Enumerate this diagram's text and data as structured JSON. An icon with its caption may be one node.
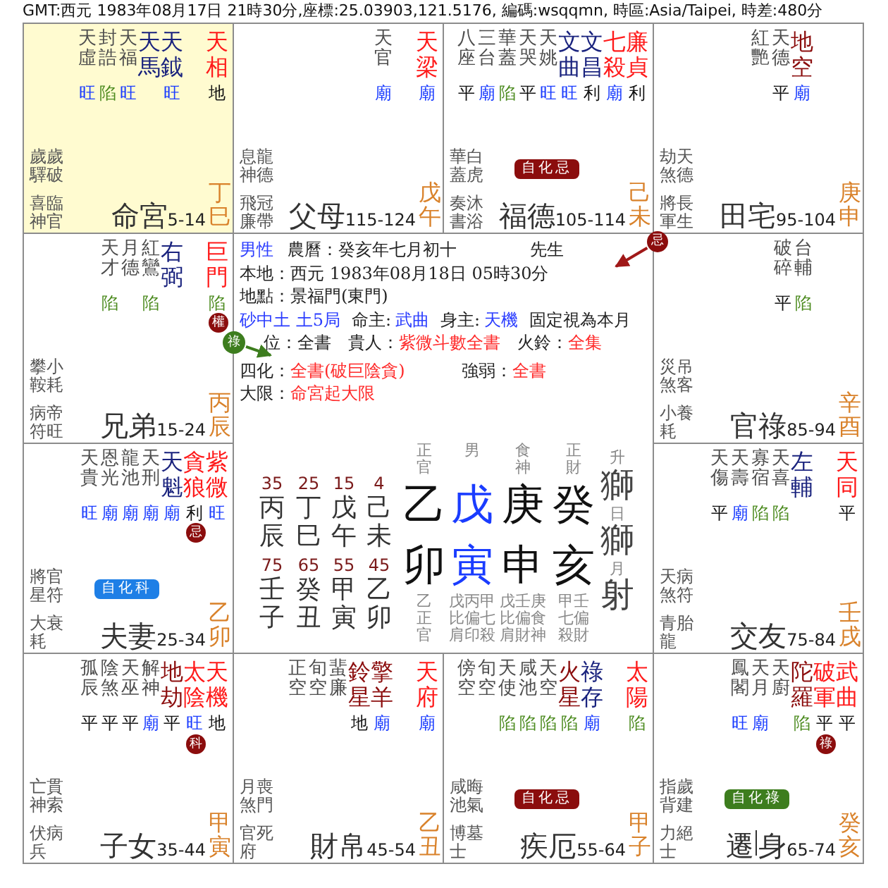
{
  "diagram": {
    "nodes": [
      {
        "text": [
          "天虛",
          "封誥",
          "天福",
          "天馬",
          "天鉞",
          "天相",
          "旺",
          "陷",
          "旺",
          "旺",
          "地",
          "歲驛",
          "歲破",
          "喜神",
          "臨官",
          "命宮",
          "5-14",
          "丁巳"
        ]
      },
      {
        "text": [
          "天官",
          "天梁",
          "廟",
          "廟",
          "息神",
          "龍德",
          "飛廉",
          "冠帶",
          "父母",
          "115-124",
          "戊午"
        ]
      },
      {
        "text": [
          "八座",
          "三台",
          "華蓋",
          "天哭",
          "天姚",
          "文曲",
          "文昌",
          "七殺",
          "廉貞",
          "平",
          "廟",
          "陷",
          "平",
          "旺",
          "旺",
          "利",
          "廟",
          "利",
          "華蓋",
          "白虎",
          "奏書",
          "沐浴",
          "福德",
          "105-114",
          "己未"
        ]
      },
      {
        "text": [
          "自化忌"
        ],
        "in": 2
      },
      {
        "text": [
          "紅艷",
          "天德",
          "地空",
          "平",
          "廟",
          "劫煞",
          "天德",
          "將軍",
          "長生",
          "田宅",
          "95-104",
          "庚申"
        ]
      },
      {
        "text": [
          "忌"
        ]
      },
      {
        "text": [
          "天才",
          "月德",
          "紅鸞",
          "右弼",
          "巨門",
          "陷",
          "陷",
          "陷",
          "攀鞍",
          "小耗",
          "病符",
          "帝旺",
          "兄弟",
          "15-24",
          "丙辰"
        ]
      },
      {
        "text": [
          "權"
        ],
        "in": 6
      },
      {
        "text": [
          "男性",
          "農曆：癸亥年七月初十",
          "先生",
          "本地：西元 1983年08月18日 05時30分",
          "地點：景福門(東門)",
          "砂中土 土5局",
          "命主:",
          "武曲",
          "身主:",
          "天機",
          "固定視為本月",
          "位：全書",
          "貴人：",
          "紫微斗數全書",
          "火鈴：",
          "全集",
          "四化：",
          "全書(破巨陰貪)",
          "強弱：",
          "全書",
          "大限：",
          "命宮起大限",
          "35",
          "25",
          "15",
          "4",
          "丙辰",
          "丁巳",
          "戊午",
          "己未",
          "75",
          "65",
          "55",
          "45",
          "壬子",
          "癸丑",
          "甲寅",
          "乙卯",
          "正官",
          "男",
          "食神",
          "正財",
          "乙",
          "戊",
          "庚",
          "癸",
          "卯",
          "寅",
          "申",
          "亥",
          "乙正官",
          "戊比肩",
          "丙偏印",
          "甲七殺",
          "戊比肩",
          "壬偏財",
          "庚食神",
          "甲七殺",
          "壬偏財",
          "升",
          "獅",
          "日",
          "獅",
          "月",
          "射"
        ]
      },
      {
        "text": [
          "祿"
        ]
      },
      {
        "text": [
          "破碎",
          "台輔",
          "平",
          "陷",
          "災煞",
          "吊客",
          "小耗",
          "養",
          "官祿",
          "85-94",
          "辛酉"
        ]
      },
      {
        "text": [
          "天貴",
          "恩光",
          "龍池",
          "天刑",
          "天魁",
          "貪狼",
          "紫微",
          "旺",
          "廟",
          "廟",
          "廟",
          "廟",
          "利",
          "旺",
          "將星",
          "官符",
          "大耗",
          "衰",
          "夫妻",
          "25-34",
          "乙卯"
        ]
      },
      {
        "text": [
          "忌"
        ],
        "in": 11
      },
      {
        "text": [
          "自化科"
        ],
        "in": 11
      },
      {
        "text": [
          "天傷",
          "天壽",
          "寡宿",
          "天喜",
          "左輔",
          "天同",
          "平",
          "廟",
          "陷",
          "陷",
          "平",
          "天煞",
          "病符",
          "青龍",
          "胎",
          "交友",
          "75-84",
          "壬戌"
        ]
      },
      {
        "text": [
          "孤辰",
          "陰煞",
          "天巫",
          "解神",
          "地劫",
          "太陰",
          "天機",
          "平",
          "平",
          "平",
          "廟",
          "平",
          "旺",
          "地",
          "亡神",
          "貫索",
          "伏兵",
          "病",
          "子女",
          "35-44",
          "甲寅"
        ]
      },
      {
        "text": [
          "科"
        ],
        "in": 15
      },
      {
        "text": [
          "正空",
          "旬空",
          "蜚廉",
          "鈴星",
          "擎羊",
          "天府",
          "地",
          "廟",
          "廟",
          "月煞",
          "喪門",
          "官府",
          "死",
          "財帛",
          "45-54",
          "乙丑"
        ]
      },
      {
        "text": [
          "傍空",
          "旬空",
          "天使",
          "咸池",
          "天空",
          "火星",
          "祿存",
          "太陽",
          "陷",
          "陷",
          "陷",
          "陷",
          "廟",
          "陷",
          "咸池",
          "晦氣",
          "博士",
          "墓",
          "疾厄",
          "55-64",
          "甲子"
        ]
      },
      {
        "text": [
          "自化忌"
        ],
        "in": 18
      },
      {
        "text": [
          "鳳閣",
          "天月",
          "天廚",
          "陀羅",
          "破軍",
          "武曲",
          "旺",
          "廟",
          "陷",
          "平",
          "平",
          "指背",
          "歲建",
          "力士",
          "絕",
          "遷",
          "身",
          "65-74",
          "癸亥"
        ]
      },
      {
        "text": [
          "祿"
        ],
        "in": 20
      },
      {
        "text": [
          "自化祿"
        ],
        "in": 20
      }
    ],
    "edges": [
      {
        "from": 5,
        "to": 8,
        "arrow": "to",
        "color": "#a01818"
      },
      {
        "from": 9,
        "to": 8,
        "arrow": "to",
        "color": "#3d7d1e"
      }
    ],
    "labels": [
      "GMT:西元 1983年08月17日 21時30分,座標:25.03903,121.5176, 編碼:wsqqmn, 時區:Asia/Taipei, 時差:480分"
    ]
  }
}
